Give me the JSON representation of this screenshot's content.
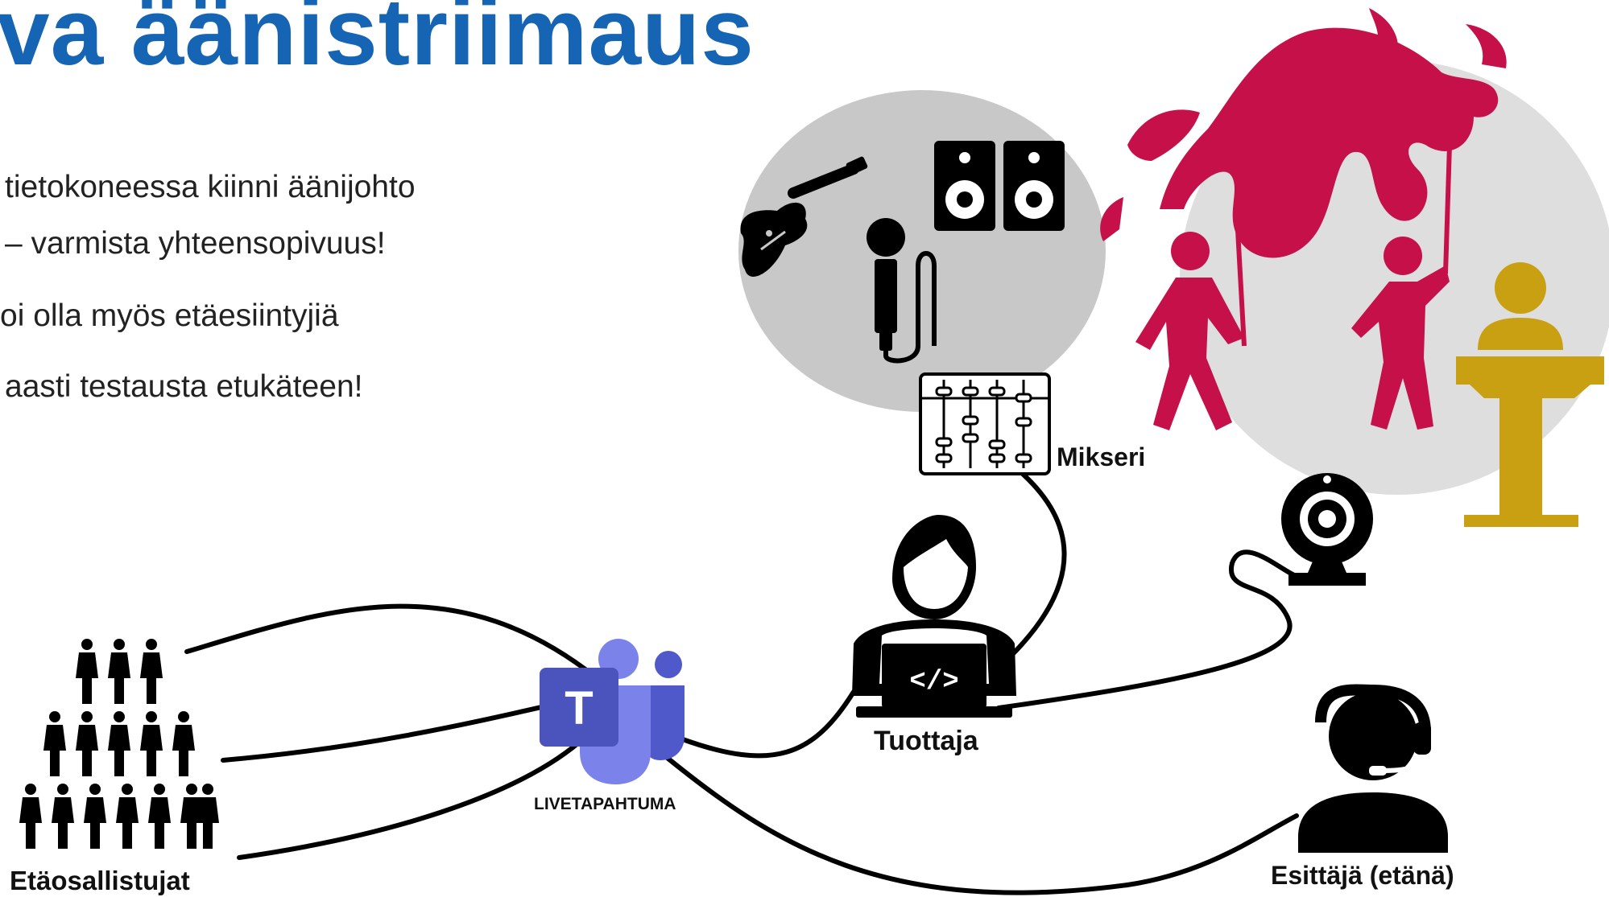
{
  "slide": {
    "title": "va äänistriimaus",
    "bullets": [
      "tietokoneessa kiinni äänijohto",
      "– varmista yhteensopivuus!",
      "oi olla myös etäesiintyjiä",
      "aasti testausta etukäteen!"
    ]
  },
  "diagram": {
    "mixer_label": "Mikseri",
    "producer_label": "Tuottaja",
    "teams_label": "LIVETAPAHTUMA",
    "teams_letter": "T",
    "code_glyph": "</>",
    "remote_presenter_label": "Esittäjä (etänä)",
    "remote_audience_label": "Etäosallistujat"
  },
  "colors": {
    "title_blue": "#1565b4",
    "dragon_red": "#c5104a",
    "podium_gold": "#c9a012",
    "circle_gray": "#c8c8c8",
    "circle_light": "#dedede",
    "teams_purple": "#5059c9"
  }
}
